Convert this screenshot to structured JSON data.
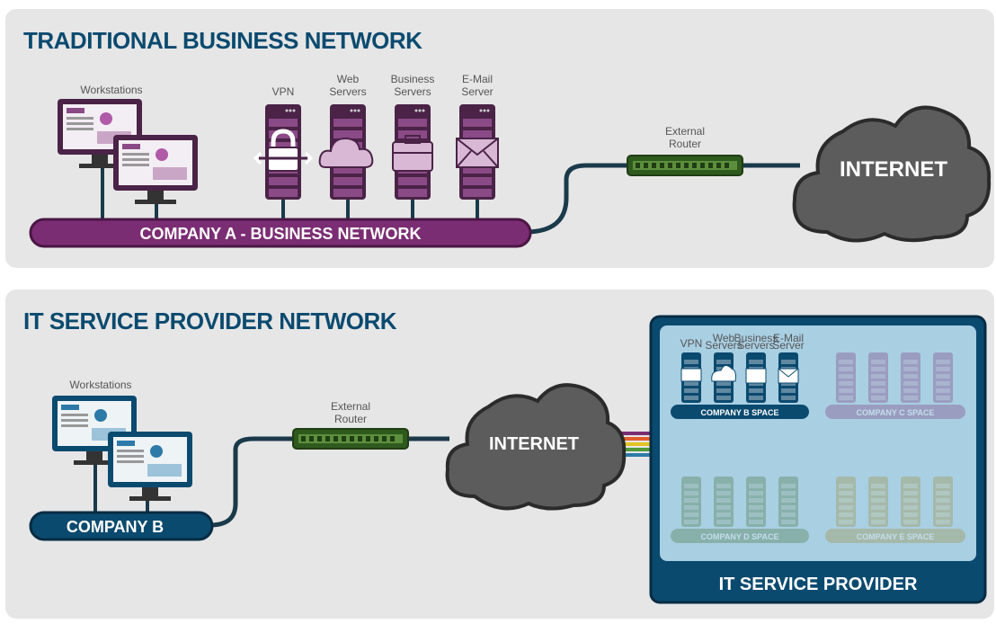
{
  "top": {
    "title": "TRADITIONAL BUSINESS NETWORK",
    "workstations_label": "Workstations",
    "servers": [
      {
        "line1": "VPN",
        "line2": ""
      },
      {
        "line1": "Web",
        "line2": "Servers"
      },
      {
        "line1": "Business",
        "line2": "Servers"
      },
      {
        "line1": "E-Mail",
        "line2": "Server"
      }
    ],
    "router_line1": "External",
    "router_line2": "Router",
    "internet_label": "INTERNET",
    "network_bar": "COMPANY A - BUSINESS NETWORK"
  },
  "bottom": {
    "title": "IT SERVICE PROVIDER NETWORK",
    "workstations_label": "Workstations",
    "router_line1": "External",
    "router_line2": "Router",
    "internet_label": "INTERNET",
    "company_bar": "COMPANY B",
    "provider_label": "IT SERVICE PROVIDER",
    "space_b": "COMPANY B SPACE",
    "space_c": "COMPANY C SPACE",
    "space_d": "COMPANY D SPACE",
    "space_e": "COMPANY E SPACE",
    "mini_servers": [
      {
        "line1": "VPN",
        "line2": ""
      },
      {
        "line1": "Web",
        "line2": "Servers"
      },
      {
        "line1": "Business",
        "line2": "Servers"
      },
      {
        "line1": "E-Mail",
        "line2": "Server"
      }
    ]
  },
  "colors": {
    "purple": "#7b2d73",
    "navy": "#0b4a6f",
    "green": "#3e6b2a",
    "cloud": "#5c5c5c",
    "provider_bg": "#a9cfe3"
  }
}
